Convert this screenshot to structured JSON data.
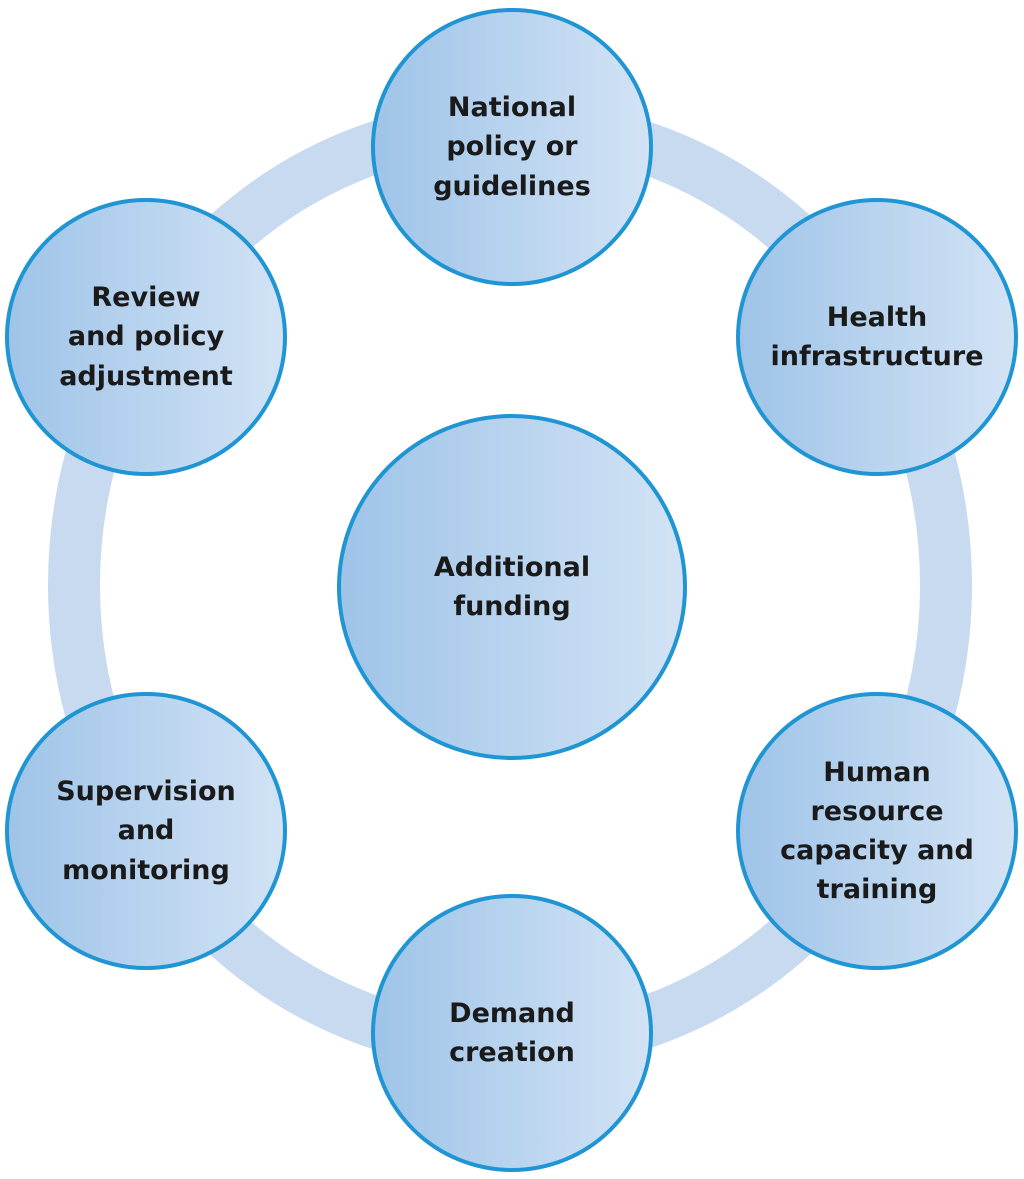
{
  "diagram": {
    "center": {
      "lines": [
        "Additional",
        "funding"
      ]
    },
    "cycle": [
      {
        "id": "national-policy",
        "lines": [
          "National",
          "policy or",
          "guidelines"
        ]
      },
      {
        "id": "health-infrastructure",
        "lines": [
          "Health",
          "infrastructure"
        ]
      },
      {
        "id": "human-resource",
        "lines": [
          "Human",
          "resource",
          "capacity and",
          "training"
        ]
      },
      {
        "id": "demand-creation",
        "lines": [
          "Demand",
          "creation"
        ]
      },
      {
        "id": "supervision",
        "lines": [
          "Supervision",
          "and",
          "monitoring"
        ]
      },
      {
        "id": "review",
        "lines": [
          "Review",
          "and policy",
          "adjustment"
        ]
      }
    ]
  },
  "colors": {
    "ring": "#c7daf0",
    "border": "#1f95d3",
    "fill_left": "#9fc4e8",
    "fill_right": "#d2e3f5",
    "text": "#1a1a1a"
  }
}
